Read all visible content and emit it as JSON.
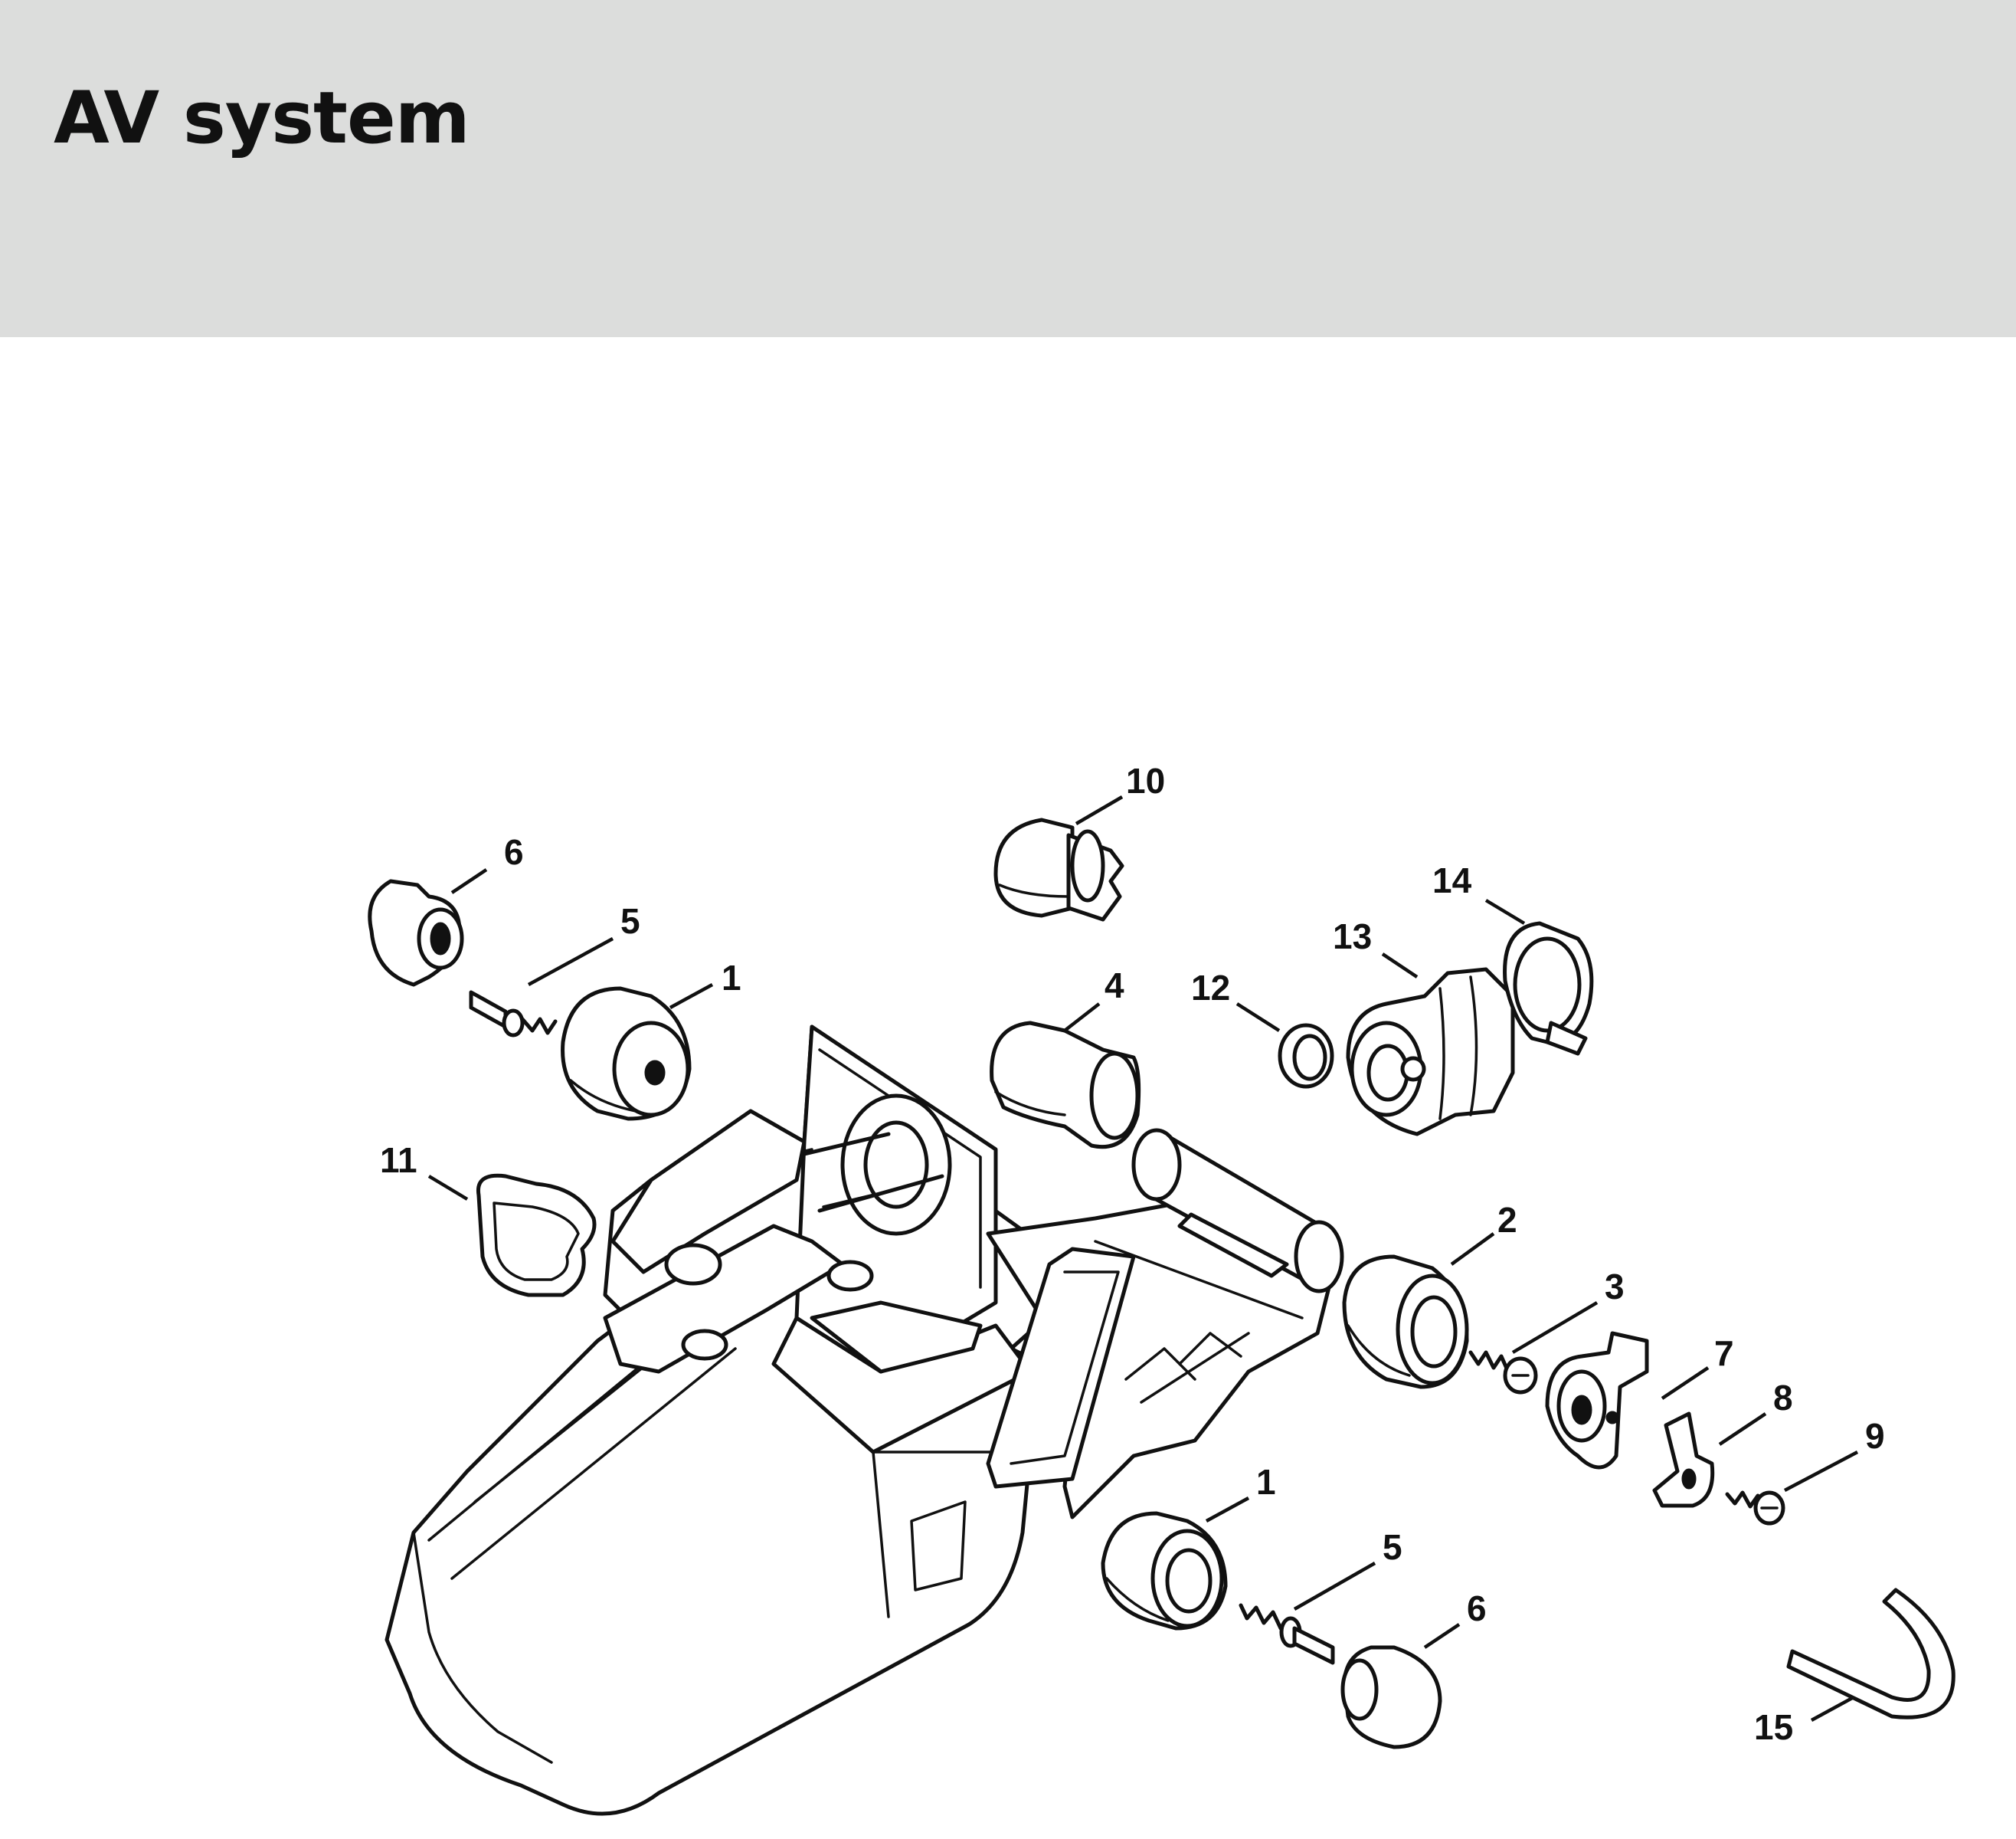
{
  "title": "AV system",
  "callouts": [
    {
      "id": "c10",
      "label": "10"
    },
    {
      "id": "c6a",
      "label": "6"
    },
    {
      "id": "c5a",
      "label": "5"
    },
    {
      "id": "c1a",
      "label": "1"
    },
    {
      "id": "c4",
      "label": "4"
    },
    {
      "id": "c12",
      "label": "12"
    },
    {
      "id": "c13",
      "label": "13"
    },
    {
      "id": "c14",
      "label": "14"
    },
    {
      "id": "c11",
      "label": "11"
    },
    {
      "id": "c2",
      "label": "2"
    },
    {
      "id": "c3",
      "label": "3"
    },
    {
      "id": "c7",
      "label": "7"
    },
    {
      "id": "c8",
      "label": "8"
    },
    {
      "id": "c9",
      "label": "9"
    },
    {
      "id": "c1b",
      "label": "1"
    },
    {
      "id": "c5b",
      "label": "5"
    },
    {
      "id": "c6b",
      "label": "6"
    },
    {
      "id": "c15",
      "label": "15"
    }
  ]
}
